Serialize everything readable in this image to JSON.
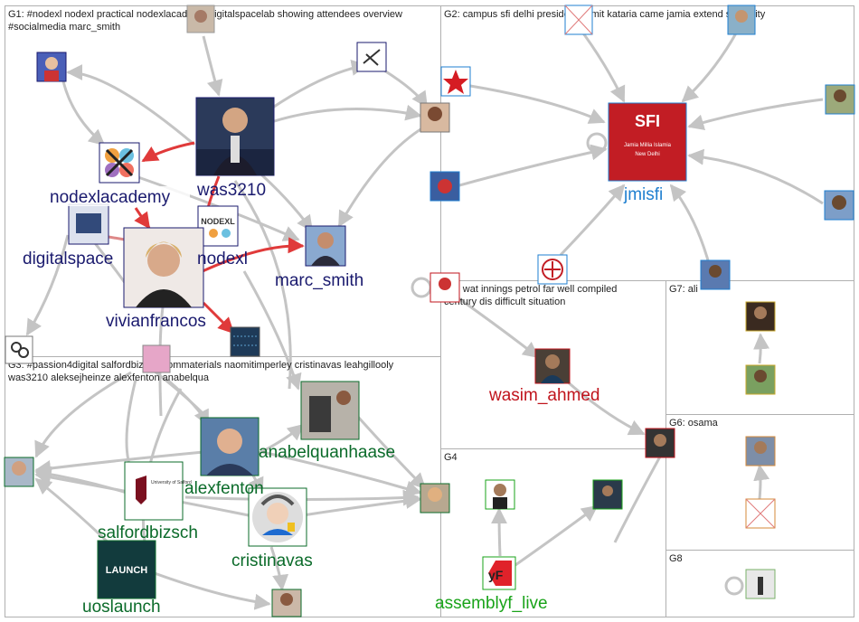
{
  "groups": [
    {
      "id": "G1",
      "label": "G1: #nodexl nodexl practical nodexlacademy digitalspacelab showing attendees overview",
      "label2": "#socialmedia marc_smith"
    },
    {
      "id": "G2",
      "label": "G2: campus sfi delhi president sumit kataria came jamia extend solidarity",
      "label2": ""
    },
    {
      "id": "G3",
      "label": "G3: #passion4digital salfordbizsch uommaterials naomitimperley cristinavas leahgillooly",
      "label2": "was3210 aleksejheinze alexfenton anabelqua"
    },
    {
      "id": "G4",
      "label": "G4",
      "label2": ""
    },
    {
      "id": "G5",
      "label": "G5: wat innings petrol far well compiled",
      "label2": "century dis difficult situation"
    },
    {
      "id": "G6",
      "label": "G6: osama",
      "label2": ""
    },
    {
      "id": "G7",
      "label": "G7: ali",
      "label2": ""
    },
    {
      "id": "G8",
      "label": "G8",
      "label2": ""
    }
  ],
  "node_labels": {
    "was3210": "was3210",
    "nodexlacademy": "nodexlacademy",
    "digitalspacelab": "digitalspace",
    "nodexl": "nodexl",
    "marc_smith": "marc_smith",
    "vivianfrancos": "vivianfrancos",
    "jmisfi": "jmisfi",
    "wasim_ahmed": "wasim_ahmed",
    "anabelquanhaase": "anabelquanhaase",
    "alexfenton": "alexfenton",
    "salfordbizsch": "salfordbizsch",
    "cristinavas": "cristinavas",
    "uoslaunch": "uoslaunch",
    "assemblyf_live": "assemblyf_live"
  },
  "logos": {
    "sfi_title": "SFI",
    "sfi_line1": "Jamia Millia Islamia",
    "sfi_line2": "New Delhi",
    "nodexl_badge": "NODEXL",
    "launch": "LAUNCH",
    "salford": "University of Salford",
    "assemblyf": "yF"
  },
  "colors": {
    "g1_label": "#1a1a6e",
    "g2_label": "#1f7fd0",
    "g3_label": "#0b6b2a",
    "g5_label": "#c0141c",
    "g4_label": "#19a319",
    "edge": "#c4c4c4",
    "edge_red": "#e03a3a",
    "frame": "#b0b0b0"
  }
}
